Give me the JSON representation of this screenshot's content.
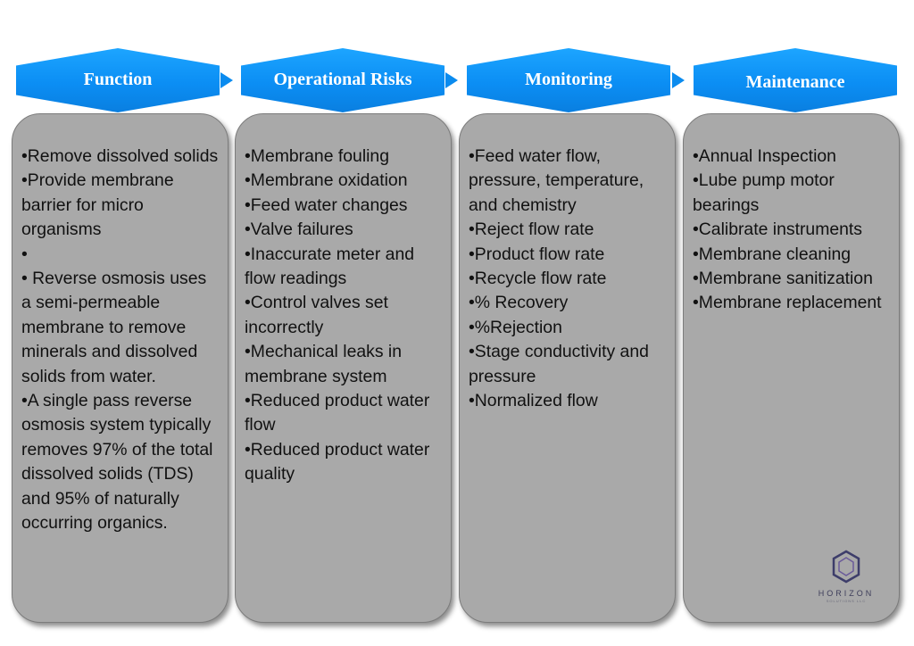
{
  "columns": [
    {
      "header": "Function",
      "items": [
        "•Remove dissolved solids",
        "•Provide membrane barrier for micro organisms",
        "•",
        "• Reverse osmosis uses a semi-permeable membrane to remove minerals and dissolved solids from water.",
        "•A single pass reverse osmosis system typically removes 97% of the total dissolved solids (TDS) and 95% of naturally occurring organics."
      ]
    },
    {
      "header": "Operational Risks",
      "items": [
        "•Membrane fouling",
        "•Membrane oxidation",
        "•Feed water changes",
        "•Valve failures",
        "•Inaccurate meter and flow readings",
        "•Control valves set incorrectly",
        "•Mechanical leaks in membrane system",
        "•Reduced product water flow",
        "•Reduced product water quality"
      ]
    },
    {
      "header": "Monitoring",
      "items": [
        "•Feed water flow, pressure, temperature, and chemistry",
        "•Reject flow rate",
        "•Product flow rate",
        "•Recycle flow rate",
        "•% Recovery",
        "•%Rejection",
        "•Stage conductivity and pressure",
        "•Normalized flow"
      ]
    },
    {
      "header": "Maintenance",
      "items": [
        "•Annual Inspection",
        "•Lube pump motor bearings",
        "•Calibrate instruments",
        "•Membrane cleaning",
        "•Membrane sanitization",
        "•Membrane replacement"
      ]
    }
  ],
  "logo": {
    "word": "HORIZON",
    "sub": "SOLUTIONS LLC",
    "icon": "hexagon-logo-icon"
  },
  "colors": {
    "header_blue": "#0b8ef4",
    "card_gray": "#a9a9a9"
  }
}
